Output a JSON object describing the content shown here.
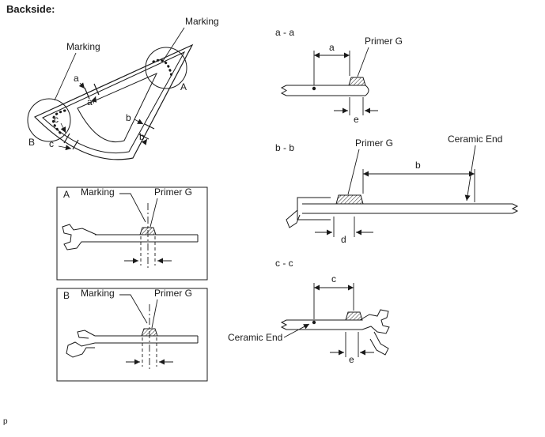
{
  "page": {
    "title": "Backside:",
    "footer": "p"
  },
  "colors": {
    "line": "#1a1a1a",
    "background": "#ffffff"
  },
  "main_view": {
    "marking_top": "Marking",
    "marking_left": "Marking",
    "section_a_upper": "a",
    "section_a_lower": "a",
    "section_b_upper": "b",
    "section_b_lower": "b",
    "section_c_upper": "c",
    "section_c_lower": "c",
    "detail_circle_a": "A",
    "detail_circle_b": "B"
  },
  "detail_a": {
    "letter": "A",
    "marking_label": "Marking",
    "primer_label": "Primer G"
  },
  "detail_b": {
    "letter": "B",
    "marking_label": "Marking",
    "primer_label": "Primer G"
  },
  "section_aa": {
    "title": "a - a",
    "dim_a": "a",
    "primer_label": "Primer G",
    "dim_e": "e"
  },
  "section_bb": {
    "title": "b - b",
    "primer_label": "Primer G",
    "ceramic_end_label": "Ceramic End",
    "dim_b": "b",
    "dim_d": "d"
  },
  "section_cc": {
    "title": "c - c",
    "dim_c": "c",
    "ceramic_end_label": "Ceramic End",
    "dim_e": "e"
  }
}
